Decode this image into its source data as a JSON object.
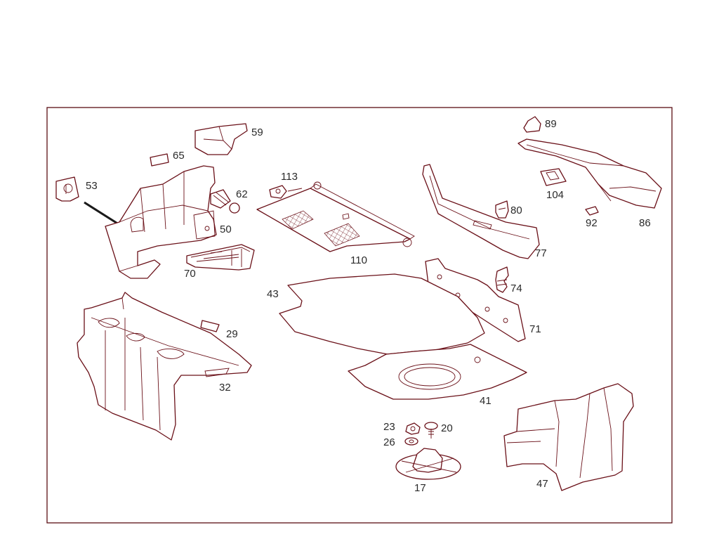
{
  "callouts": {
    "p59": "59",
    "p65": "65",
    "p53": "53",
    "p62": "62",
    "p50": "50",
    "p70": "70",
    "p113": "113",
    "p110": "110",
    "p89": "89",
    "p104": "104",
    "p80": "80",
    "p92": "92",
    "p86": "86",
    "p77": "77",
    "p43": "43",
    "p74": "74",
    "p71": "71",
    "p29": "29",
    "p32": "32",
    "p41": "41",
    "p23": "23",
    "p20": "20",
    "p26": "26",
    "p17": "17",
    "p47": "47"
  },
  "colors": {
    "line": "#6a1018",
    "frame": "#5a0f14",
    "text": "#2a2a2a"
  }
}
